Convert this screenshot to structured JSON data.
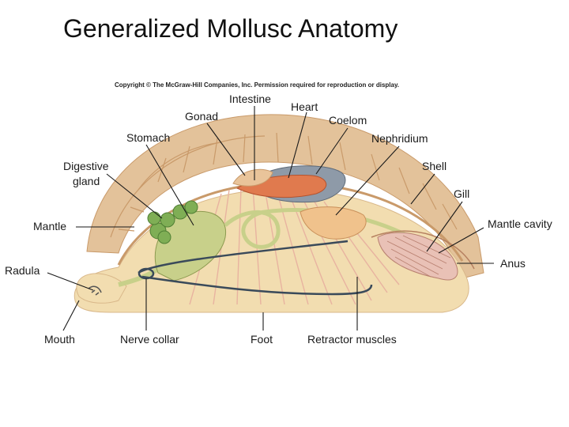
{
  "title": "Generalized Mollusc Anatomy",
  "copyright": "Copyright © The McGraw-Hill Companies, Inc. Permission required for reproduction or display.",
  "labels": {
    "intestine": "Intestine",
    "heart": "Heart",
    "gonad": "Gonad",
    "coelom": "Coelom",
    "stomach": "Stomach",
    "nephridium": "Nephridium",
    "digestive_gland_1": "Digestive",
    "digestive_gland_2": "gland",
    "shell": "Shell",
    "gill": "Gill",
    "mantle": "Mantle",
    "mantle_cavity": "Mantle cavity",
    "radula": "Radula",
    "anus": "Anus",
    "mouth": "Mouth",
    "nerve_collar": "Nerve collar",
    "foot": "Foot",
    "retractor_muscles": "Retractor muscles"
  },
  "colors": {
    "shell": "#e3c29a",
    "shell_ridge": "#c99a6a",
    "body": "#f2ddb0",
    "muscle": "#e8b3a0",
    "gut": "#c8d08a",
    "gland": "#7fae55",
    "heart": "#e07a4e",
    "coelom": "#8e9aa8",
    "nerve": "#3a4a5a",
    "gill": "#e9c1b6"
  }
}
